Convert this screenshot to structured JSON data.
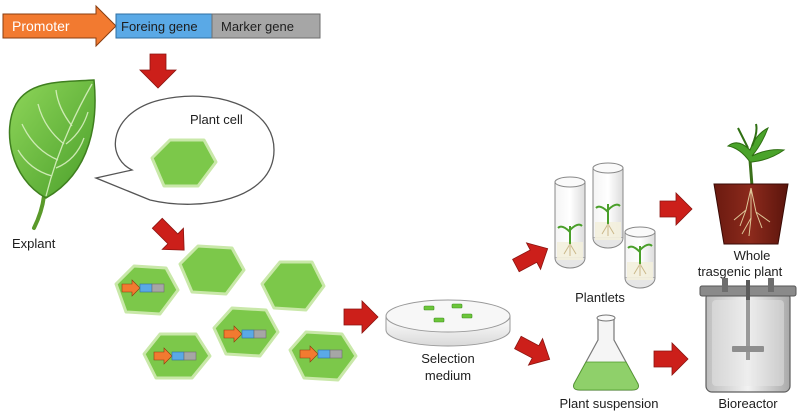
{
  "construct": {
    "promoter": "Promoter",
    "foreign_gene": "Foreing gene",
    "marker_gene": "Marker gene"
  },
  "labels": {
    "plant_cell": "Plant cell",
    "explant": "Explant",
    "selection_line1": "Selection",
    "selection_line2": "medium",
    "plantlets": "Plantlets",
    "whole_line1": "Whole",
    "whole_line2": "trasgenic plant",
    "plant_suspension": "Plant suspension",
    "bioreactor": "Bioreactor"
  },
  "colors": {
    "promoter": "#f27a30",
    "foreign_gene": "#5aa9e6",
    "marker_gene": "#a6a6a6",
    "arrow": "#cc1f1a",
    "cell_fill": "#7cc84a",
    "cell_border": "#c9e8a9",
    "leaf": "#6cba3a",
    "liquid": "#8fd06a"
  }
}
